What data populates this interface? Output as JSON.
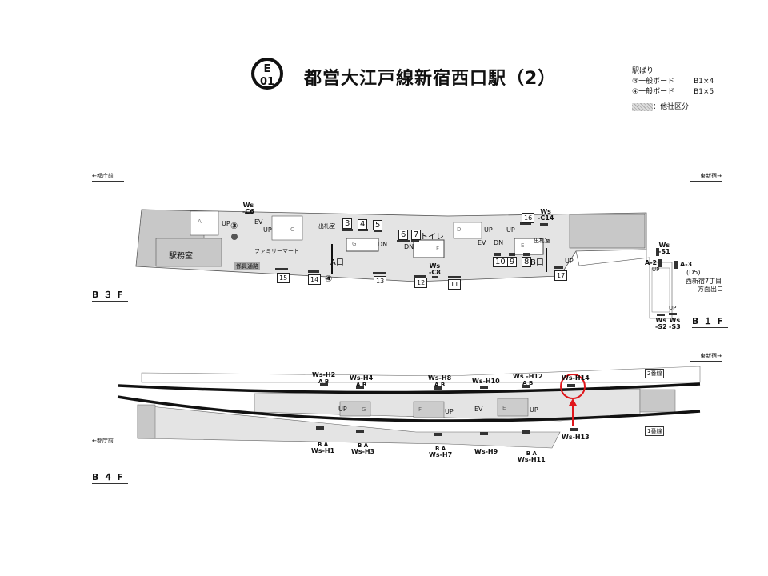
{
  "header": {
    "line_code": "E",
    "station_number": "01",
    "title": "都営大江戸線新宿西口駅（2）"
  },
  "legend": {
    "heading": "駅ばり",
    "rows": [
      {
        "label": "③一般ボード",
        "value": "B1×4"
      },
      {
        "label": "④一般ボード",
        "value": "B1×5"
      }
    ],
    "hatch_label": "：他社区分"
  },
  "b3f": {
    "floor": "B３F",
    "dir_left": "都庁前",
    "dir_right": "東新宿",
    "rooms": {
      "office": "駅務室",
      "shop": "ファミリーマート",
      "guide": "係員通路",
      "toilet": "トイレ",
      "ticket1": "出札室",
      "ticket2": "出札室",
      "gate_a": "A口",
      "gate_b": "B口"
    },
    "stairs": [
      "A",
      "C",
      "G",
      "F",
      "D",
      "E"
    ],
    "arrows": {
      "up1": "UP",
      "up2": "UP",
      "dn1": "DN",
      "dn2": "DN",
      "up3": "UP",
      "up4": "UP",
      "dn3": "DN",
      "up5": "UP",
      "ev1": "EV",
      "ev2": "EV"
    },
    "boards": [
      "3",
      "4",
      "5",
      "6",
      "7",
      "8",
      "9",
      "10",
      "11",
      "12",
      "13",
      "14",
      "15",
      "16",
      "17"
    ],
    "circled": [
      "③",
      "④"
    ],
    "wall": [
      "Ws\n-C6",
      "Ws\n-C8",
      "Ws\n-C14"
    ]
  },
  "b1f": {
    "floor": "B１F",
    "s1": "Ws\n-S1",
    "s2": "Ws\n-S2",
    "s3": "Ws\n-S3",
    "a2": "A-2",
    "a3": "A-3",
    "exit_code": "(D5)",
    "exit_name1": "西新宿7丁目",
    "exit_name2": "方面出口",
    "up1": "UP",
    "up2": "UP"
  },
  "b4f": {
    "floor": "B４F",
    "dir_left": "都庁前",
    "dir_right": "東新宿",
    "track2": "2番線",
    "track1": "1番線",
    "top": [
      {
        "ab": "A B",
        "name": "Ws-H2"
      },
      {
        "ab": "A B",
        "name": "Ws-H4"
      },
      {
        "ab": "A B",
        "name": "Ws-H8"
      },
      {
        "ab": "",
        "name": "Ws-H10"
      },
      {
        "ab": "A B",
        "name": "Ws -H12"
      },
      {
        "ab": "",
        "name": "Ws-H14"
      }
    ],
    "bottom": [
      {
        "ab": "B A",
        "name": "Ws-H1"
      },
      {
        "ab": "B A",
        "name": "Ws-H3"
      },
      {
        "ab": "B A",
        "name": "Ws-H7"
      },
      {
        "ab": "",
        "name": "Ws-H9"
      },
      {
        "ab": "B A",
        "name": "Ws-H11"
      },
      {
        "ab": "",
        "name": "Ws-H13"
      }
    ],
    "stairs": [
      "G",
      "F",
      "E"
    ],
    "up1": "UP",
    "up2": "UP",
    "up3": "UP",
    "ev": "EV"
  },
  "colors": {
    "highlight": "#e0161b",
    "floor_gray": "#e4e4e4",
    "room_gray": "#c8c8c8"
  }
}
